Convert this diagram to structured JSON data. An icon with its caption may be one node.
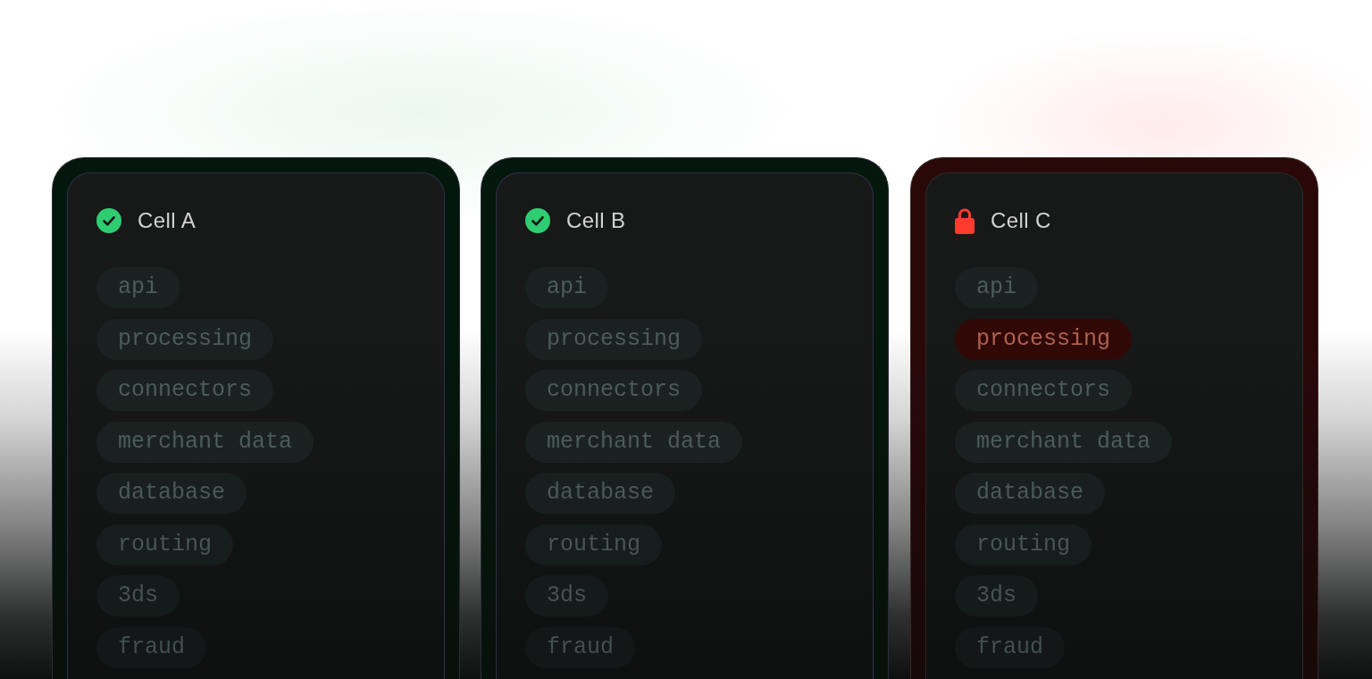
{
  "diagram": {
    "nodes": [
      {
        "text": [
          "Cell A"
        ]
      },
      {
        "text": [
          "api"
        ],
        "in": 0
      },
      {
        "text": [
          "processing"
        ],
        "in": 0
      },
      {
        "text": [
          "connectors"
        ],
        "in": 0
      },
      {
        "text": [
          "merchant data"
        ],
        "in": 0
      },
      {
        "text": [
          "database"
        ],
        "in": 0
      },
      {
        "text": [
          "routing"
        ],
        "in": 0
      },
      {
        "text": [
          "3ds"
        ],
        "in": 0
      },
      {
        "text": [
          "fraud"
        ],
        "in": 0
      },
      {
        "text": [
          "Cell B"
        ]
      },
      {
        "text": [
          "api"
        ],
        "in": 9
      },
      {
        "text": [
          "processing"
        ],
        "in": 9
      },
      {
        "text": [
          "connectors"
        ],
        "in": 9
      },
      {
        "text": [
          "merchant data"
        ],
        "in": 9
      },
      {
        "text": [
          "database"
        ],
        "in": 9
      },
      {
        "text": [
          "routing"
        ],
        "in": 9
      },
      {
        "text": [
          "3ds"
        ],
        "in": 9
      },
      {
        "text": [
          "fraud"
        ],
        "in": 9
      },
      {
        "text": [
          "Cell C"
        ]
      },
      {
        "text": [
          "api"
        ],
        "in": 18
      },
      {
        "text": [
          "processing"
        ],
        "in": 18
      },
      {
        "text": [
          "connectors"
        ],
        "in": 18
      },
      {
        "text": [
          "merchant data"
        ],
        "in": 18
      },
      {
        "text": [
          "database"
        ],
        "in": 18
      },
      {
        "text": [
          "routing"
        ],
        "in": 18
      },
      {
        "text": [
          "3ds"
        ],
        "in": 18
      },
      {
        "text": [
          "fraud"
        ],
        "in": 18
      }
    ]
  }
}
